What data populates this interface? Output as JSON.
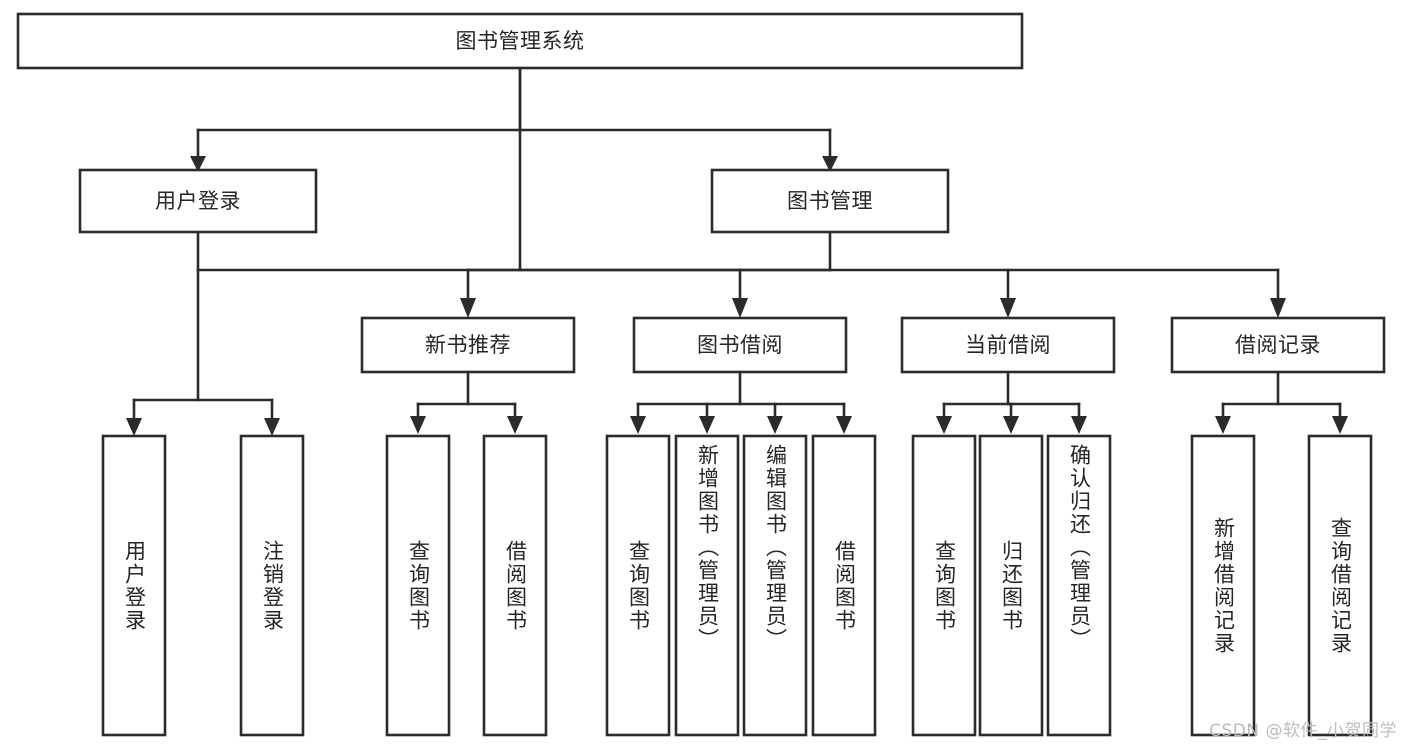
{
  "diagram": {
    "title": "图书管理系统",
    "type": "tree-hierarchy-chart",
    "root": {
      "id": "root",
      "label": "图书管理系统"
    },
    "level2": [
      {
        "id": "user-login",
        "label": "用户登录"
      },
      {
        "id": "book-manage",
        "label": "图书管理"
      }
    ],
    "level3": [
      {
        "id": "new-book-recommend",
        "label": "新书推荐",
        "parent": "book-manage"
      },
      {
        "id": "book-borrow",
        "label": "图书借阅",
        "parent": "book-manage"
      },
      {
        "id": "current-borrow",
        "label": "当前借阅",
        "parent": "book-manage"
      },
      {
        "id": "borrow-record",
        "label": "借阅记录",
        "parent": "book-manage"
      }
    ],
    "leaves": {
      "user-login": [
        {
          "id": "leaf-user-login",
          "label": "用户登录"
        },
        {
          "id": "leaf-logout",
          "label": "注销登录"
        }
      ],
      "new-book-recommend": [
        {
          "id": "leaf-query-book-1",
          "label": "查询图书"
        },
        {
          "id": "leaf-borrow-book-1",
          "label": "借阅图书"
        }
      ],
      "book-borrow": [
        {
          "id": "leaf-query-book-2",
          "label": "查询图书"
        },
        {
          "id": "leaf-add-book",
          "label": "新增图书（管理员）"
        },
        {
          "id": "leaf-edit-book",
          "label": "编辑图书（管理员）"
        },
        {
          "id": "leaf-borrow-book-2",
          "label": "借阅图书"
        }
      ],
      "current-borrow": [
        {
          "id": "leaf-query-book-3",
          "label": "查询图书"
        },
        {
          "id": "leaf-return-book",
          "label": "归还图书"
        },
        {
          "id": "leaf-confirm-return",
          "label": "确认归还（管理员）"
        }
      ],
      "borrow-record": [
        {
          "id": "leaf-add-record",
          "label": "新增借阅记录"
        },
        {
          "id": "leaf-query-record",
          "label": "查询借阅记录"
        }
      ]
    }
  },
  "watermark": {
    "text": "CSDN @软件_小贺同学"
  },
  "colors": {
    "stroke": "#2b2b2b",
    "box_fill": "#ffffff",
    "text": "#262626",
    "background": "#ffffff",
    "watermark": "#bdbdbd"
  }
}
